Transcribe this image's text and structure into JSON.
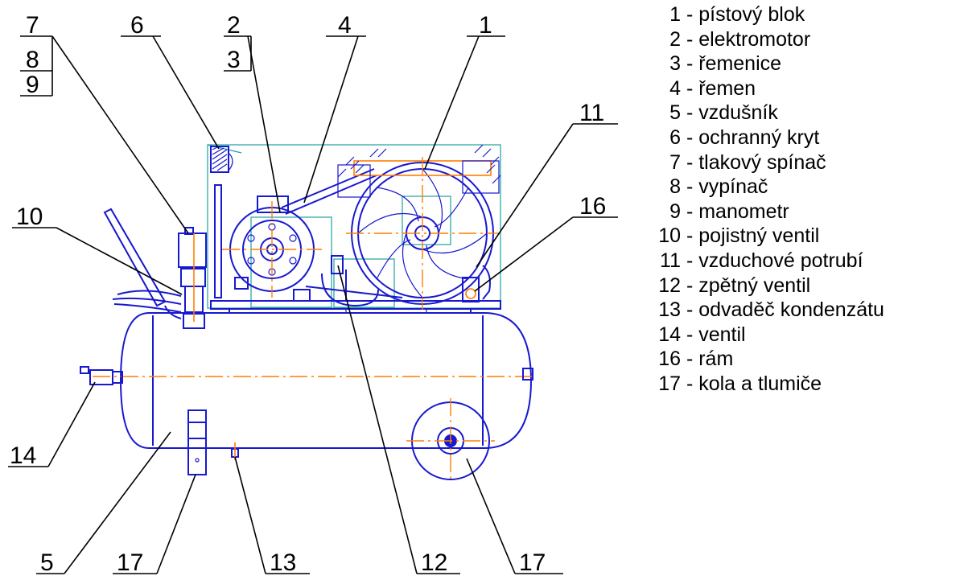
{
  "callouts": [
    {
      "id": "7",
      "label": "7"
    },
    {
      "id": "8",
      "label": "8"
    },
    {
      "id": "9",
      "label": "9"
    },
    {
      "id": "6",
      "label": "6"
    },
    {
      "id": "2",
      "label": "2"
    },
    {
      "id": "3",
      "label": "3"
    },
    {
      "id": "4",
      "label": "4"
    },
    {
      "id": "1",
      "label": "1"
    },
    {
      "id": "11",
      "label": "11"
    },
    {
      "id": "10",
      "label": "10"
    },
    {
      "id": "16",
      "label": "16"
    },
    {
      "id": "14",
      "label": "14"
    },
    {
      "id": "5",
      "label": "5"
    },
    {
      "id": "17a",
      "label": "17"
    },
    {
      "id": "13",
      "label": "13"
    },
    {
      "id": "12",
      "label": "12"
    },
    {
      "id": "17b",
      "label": "17"
    }
  ],
  "legend": [
    {
      "num": "1",
      "text": "- pístový blok"
    },
    {
      "num": "2",
      "text": "- elektromotor"
    },
    {
      "num": "3",
      "text": "- řemenice"
    },
    {
      "num": "4",
      "text": "- řemen"
    },
    {
      "num": "5",
      "text": "- vzdušník"
    },
    {
      "num": "6",
      "text": "- ochranný kryt"
    },
    {
      "num": "7",
      "text": "- tlakový spínač"
    },
    {
      "num": "8",
      "text": "- vypínač"
    },
    {
      "num": "9",
      "text": "- manometr"
    },
    {
      "num": "10",
      "text": "- pojistný ventil"
    },
    {
      "num": "11",
      "text": "- vzduchové potrubí"
    },
    {
      "num": "12",
      "text": "- zpětný ventil"
    },
    {
      "num": "13",
      "text": "- odvaděč kondenzátu"
    },
    {
      "num": "14",
      "text": "- ventil"
    },
    {
      "num": "16",
      "text": "- rám"
    },
    {
      "num": "17",
      "text": "- kola a tlumiče"
    }
  ],
  "colors": {
    "outline": "#1818d0",
    "centerline": "#ff7f00",
    "guide": "#20a0a0",
    "text": "#000000"
  }
}
